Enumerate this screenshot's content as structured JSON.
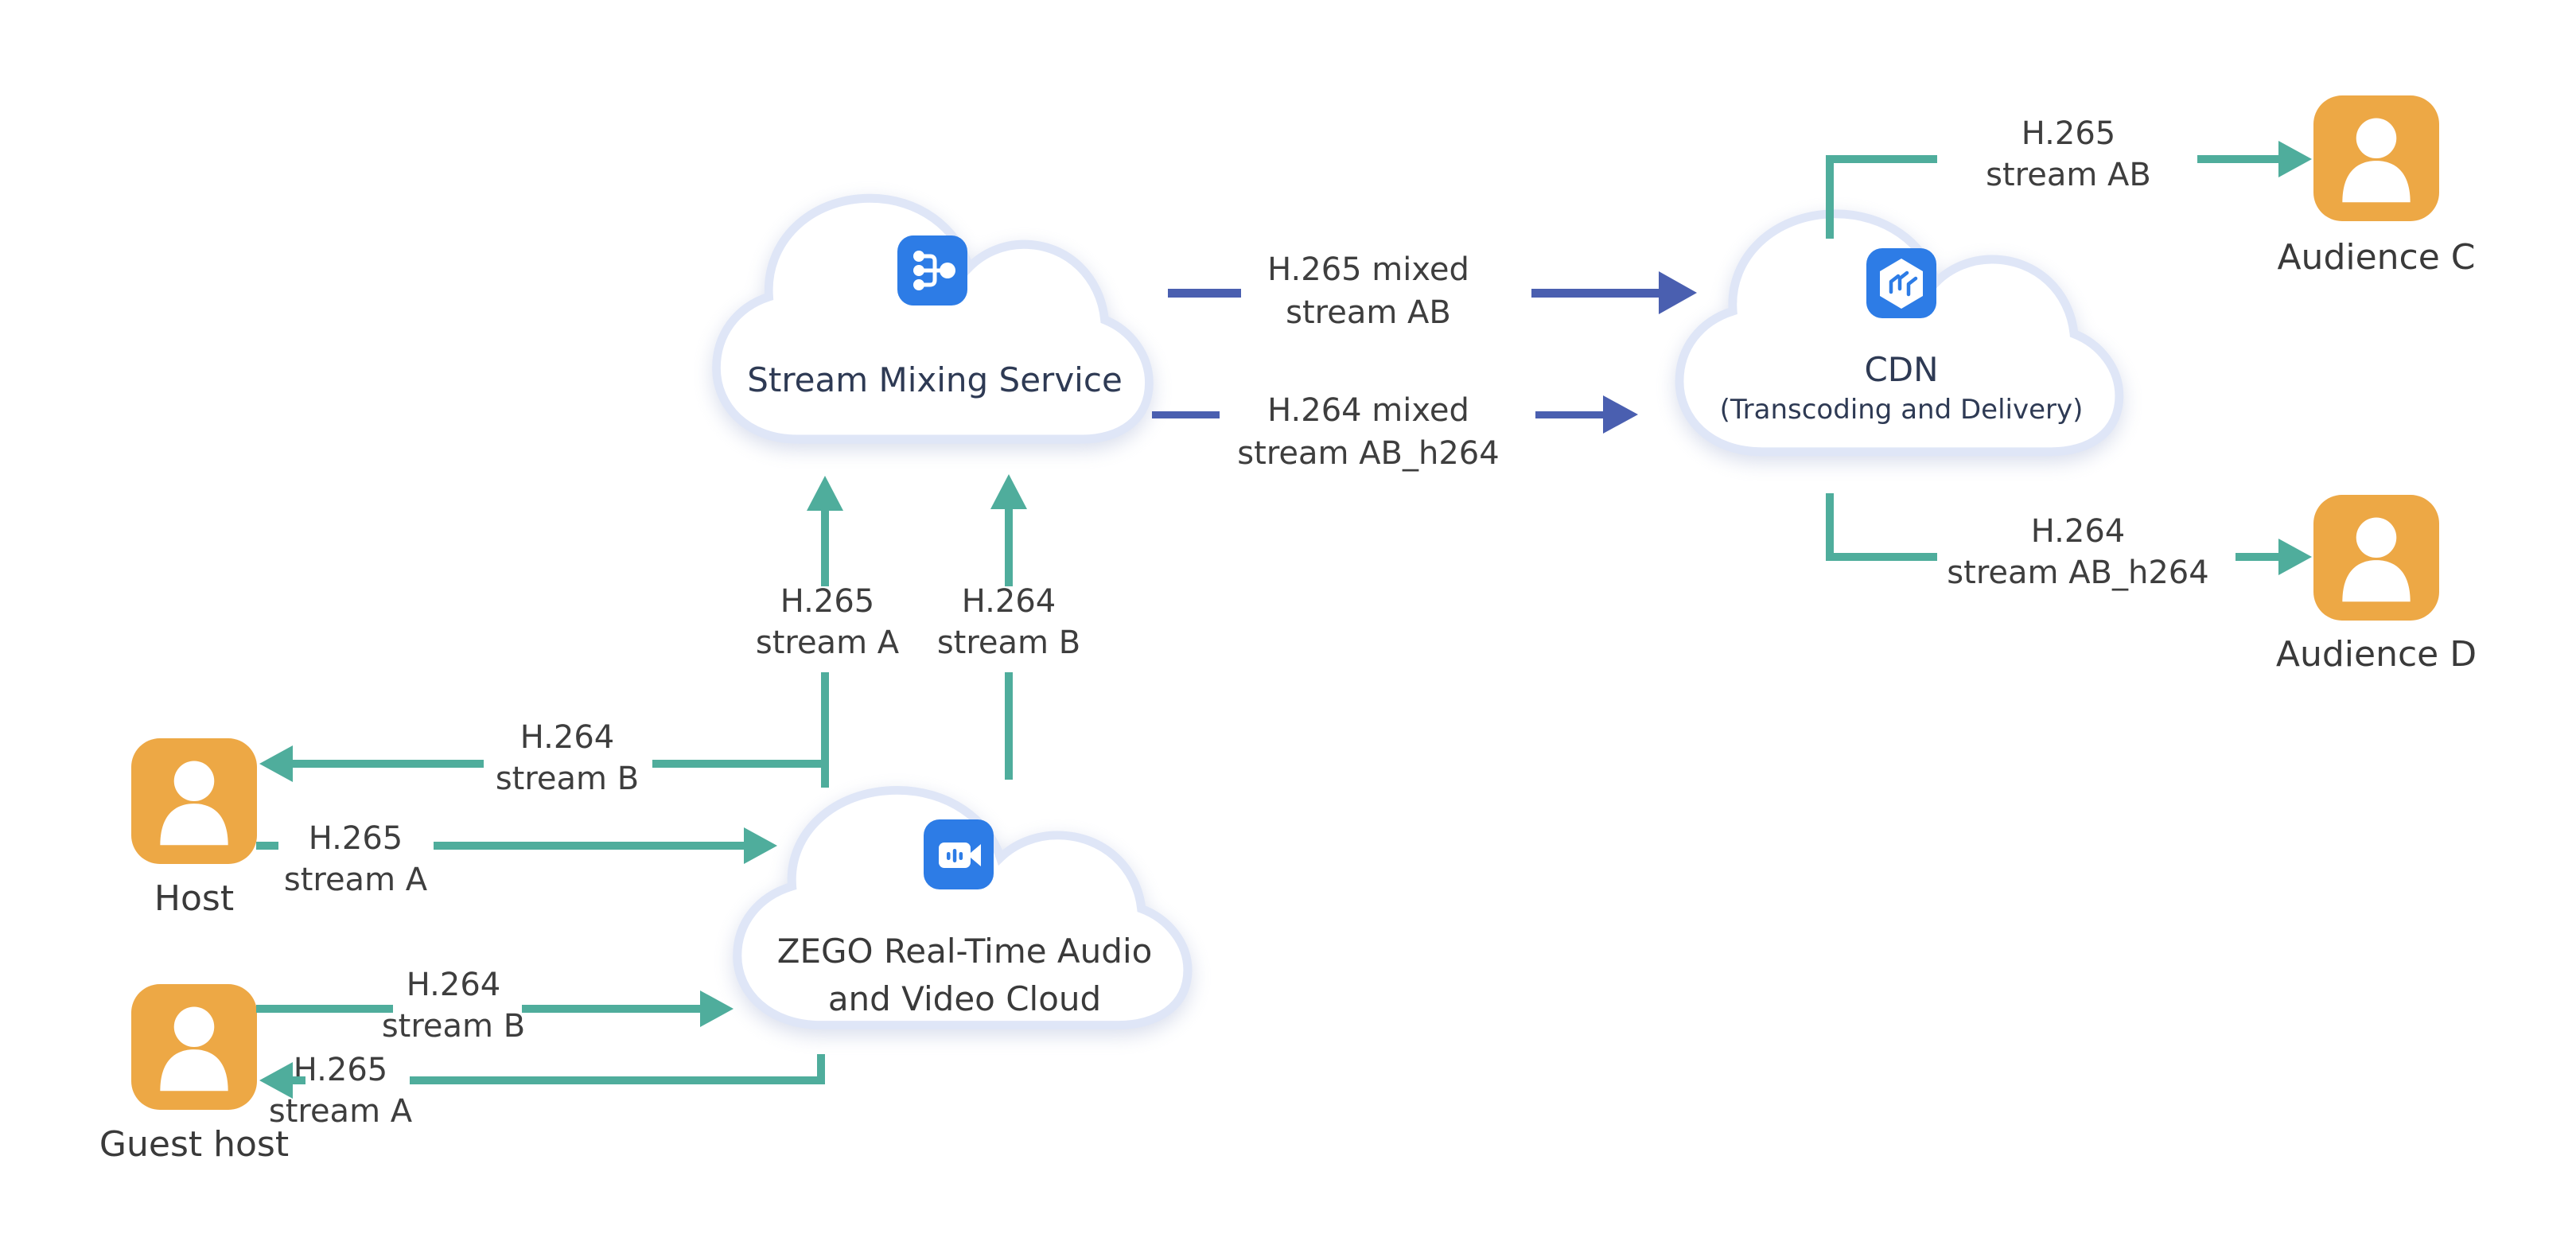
{
  "colors": {
    "background": "#FFFFFF",
    "teal_arrow": "#4FAD9C",
    "indigo_arrow": "#4A5FB0",
    "actor_orange": "#EDA845",
    "icon_blue": "#2D7CE6",
    "cloud_border": "#DFE6F7",
    "cloud_title_navy": "#2E3A54",
    "zego_title_gray": "#3A3A3A",
    "label_gray": "#3E3E3E"
  },
  "clouds": {
    "stream_mixing": {
      "title": "Stream Mixing Service",
      "icon": "merge-streams-icon"
    },
    "cdn": {
      "title": "CDN",
      "subtitle": "(Transcoding and Delivery)",
      "icon": "cdn-hexagon-icon"
    },
    "zego": {
      "title_line1": "ZEGO Real-Time Audio",
      "title_line2": "and Video Cloud",
      "icon": "video-camera-icon"
    }
  },
  "actors": {
    "host": {
      "label": "Host",
      "icon": "person-icon"
    },
    "guest_host": {
      "label": "Guest host",
      "icon": "person-icon"
    },
    "audience_c": {
      "label": "Audience C",
      "icon": "person-icon"
    },
    "audience_d": {
      "label": "Audience D",
      "icon": "person-icon"
    }
  },
  "flows": {
    "zego_to_host": {
      "line1": "H.264",
      "line2": "stream B",
      "from": "ZEGO Real-Time Audio and Video Cloud",
      "to": "Host",
      "color": "teal"
    },
    "host_to_zego": {
      "line1": "H.265",
      "line2": "stream A",
      "from": "Host",
      "to": "ZEGO Real-Time Audio and Video Cloud",
      "color": "teal"
    },
    "guest_to_zego": {
      "line1": "H.264",
      "line2": "stream B",
      "from": "Guest host",
      "to": "ZEGO Real-Time Audio and Video Cloud",
      "color": "teal"
    },
    "zego_to_guest": {
      "line1": "H.265",
      "line2": "stream A",
      "from": "ZEGO Real-Time Audio and Video Cloud",
      "to": "Guest host",
      "color": "teal"
    },
    "zego_to_mixer_a": {
      "line1": "H.265",
      "line2": "stream A",
      "from": "ZEGO Real-Time Audio and Video Cloud",
      "to": "Stream Mixing Service",
      "color": "teal"
    },
    "zego_to_mixer_b": {
      "line1": "H.264",
      "line2": "stream B",
      "from": "ZEGO Real-Time Audio and Video Cloud",
      "to": "Stream Mixing Service",
      "color": "teal"
    },
    "mixer_to_cdn_h265": {
      "line1": "H.265 mixed",
      "line2": "stream AB",
      "from": "Stream Mixing Service",
      "to": "CDN",
      "color": "indigo"
    },
    "mixer_to_cdn_h264": {
      "line1": "H.264 mixed",
      "line2": "stream AB_h264",
      "from": "Stream Mixing Service",
      "to": "CDN",
      "color": "indigo"
    },
    "cdn_to_audience_c": {
      "line1": "H.265",
      "line2": "stream AB",
      "from": "CDN",
      "to": "Audience C",
      "color": "teal"
    },
    "cdn_to_audience_d": {
      "line1": "H.264",
      "line2": "stream AB_h264",
      "from": "CDN",
      "to": "Audience D",
      "color": "teal"
    }
  }
}
